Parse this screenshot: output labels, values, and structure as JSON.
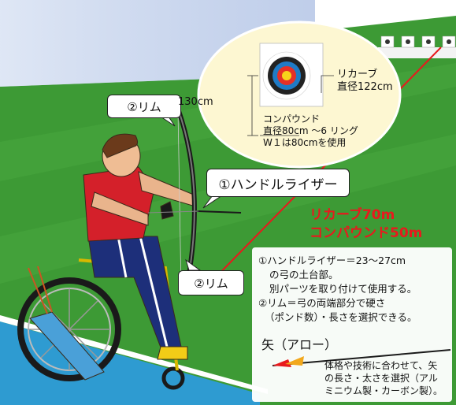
{
  "callouts": {
    "rim_top": "②リム",
    "handle_riser": "①ハンドルライザー",
    "rim_bottom": "②リム"
  },
  "target_info": {
    "height": "130cm",
    "recurve": [
      "リカーブ",
      "直径122cm"
    ],
    "compound": [
      "コンパウンド",
      "直径80cm ～6 リング",
      "W１は80cmを使用"
    ]
  },
  "distances": [
    "リカーブ70m",
    "コンパウンド50m"
  ],
  "notes": [
    "①ハンドルライザー＝23～27cm",
    "の弓の土台部。",
    "別パーツを取り付けて使用する。",
    "②リム＝弓の両端部分で硬さ",
    "（ポンド数）・長さを選択できる。"
  ],
  "arrow": {
    "title": "矢（アロー）",
    "description": [
      "体格や技術に合わせて、矢",
      "の長さ・太さを選択（アル",
      "ミニウム製・カーボン製）。"
    ]
  },
  "colors": {
    "grass": "#3d9a35",
    "sky_band": "#c9d6ee",
    "distance_red": "#e8191d",
    "zoom_ellipse": "#fdf7d2",
    "shirt": "#d4202a",
    "pants": "#1d2f7a",
    "court_blue": "#2e9bd1",
    "quiver": "#4aa0d8"
  }
}
